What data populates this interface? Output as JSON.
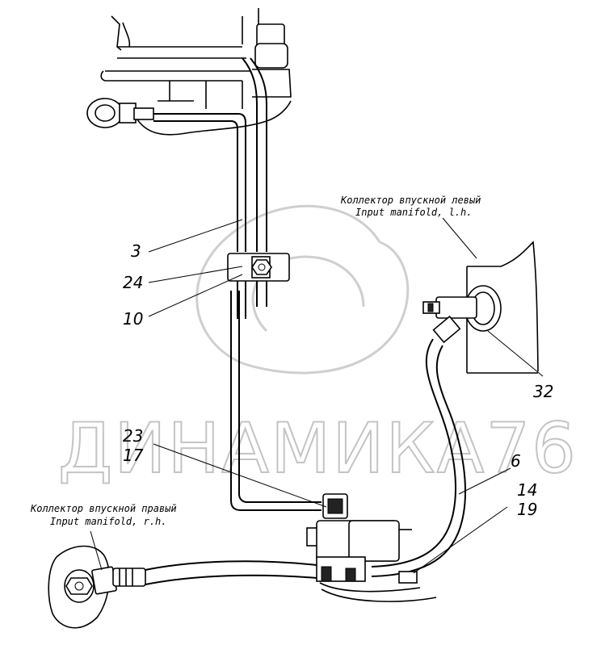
{
  "watermark": {
    "text": "ДИНАМИКА76"
  },
  "notes": {
    "left_manifold": {
      "line1": "Коллектор впускной левый",
      "line2": "Input manifold, l.h."
    },
    "right_manifold": {
      "line1": "Коллектор впускной правый",
      "line2": "Input manifold, r.h."
    }
  },
  "callouts": {
    "c3": "3",
    "c24": "24",
    "c10": "10",
    "c32": "32",
    "c23": "23",
    "c17": "17",
    "c6": "6",
    "c14": "14",
    "c19": "19"
  }
}
